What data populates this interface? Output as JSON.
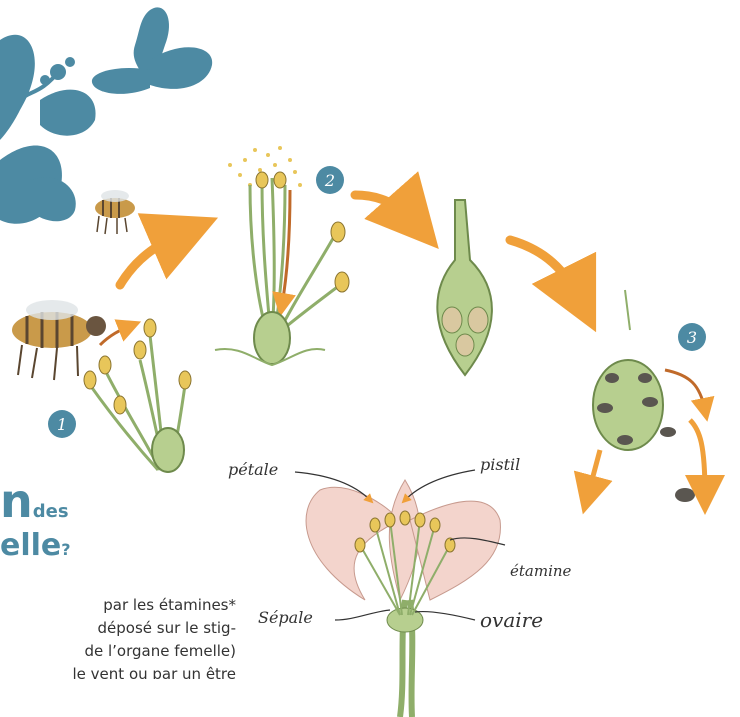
{
  "labels": {
    "petale": "pétale",
    "pistil": "pistil",
    "etamine": "étamine",
    "sepale": "Sépale",
    "ovaire": "ovaire"
  },
  "steps": [
    "1",
    "2",
    "3"
  ],
  "heading": {
    "line1_big": "n",
    "line1_small": "des",
    "line2": "elle",
    "line2_mark": "?"
  },
  "body_text": [
    "par les étamines*",
    "déposé sur le stig-",
    "de l’organe femelle)",
    "le vent ou par un être"
  ],
  "colors": {
    "accent_blue": "#4d8aa3",
    "arrow_orange": "#f0a03a",
    "pollen_yellow": "#e8c65a",
    "stem_green": "#8fae6a",
    "petal_pink": "#f3d4cc"
  }
}
